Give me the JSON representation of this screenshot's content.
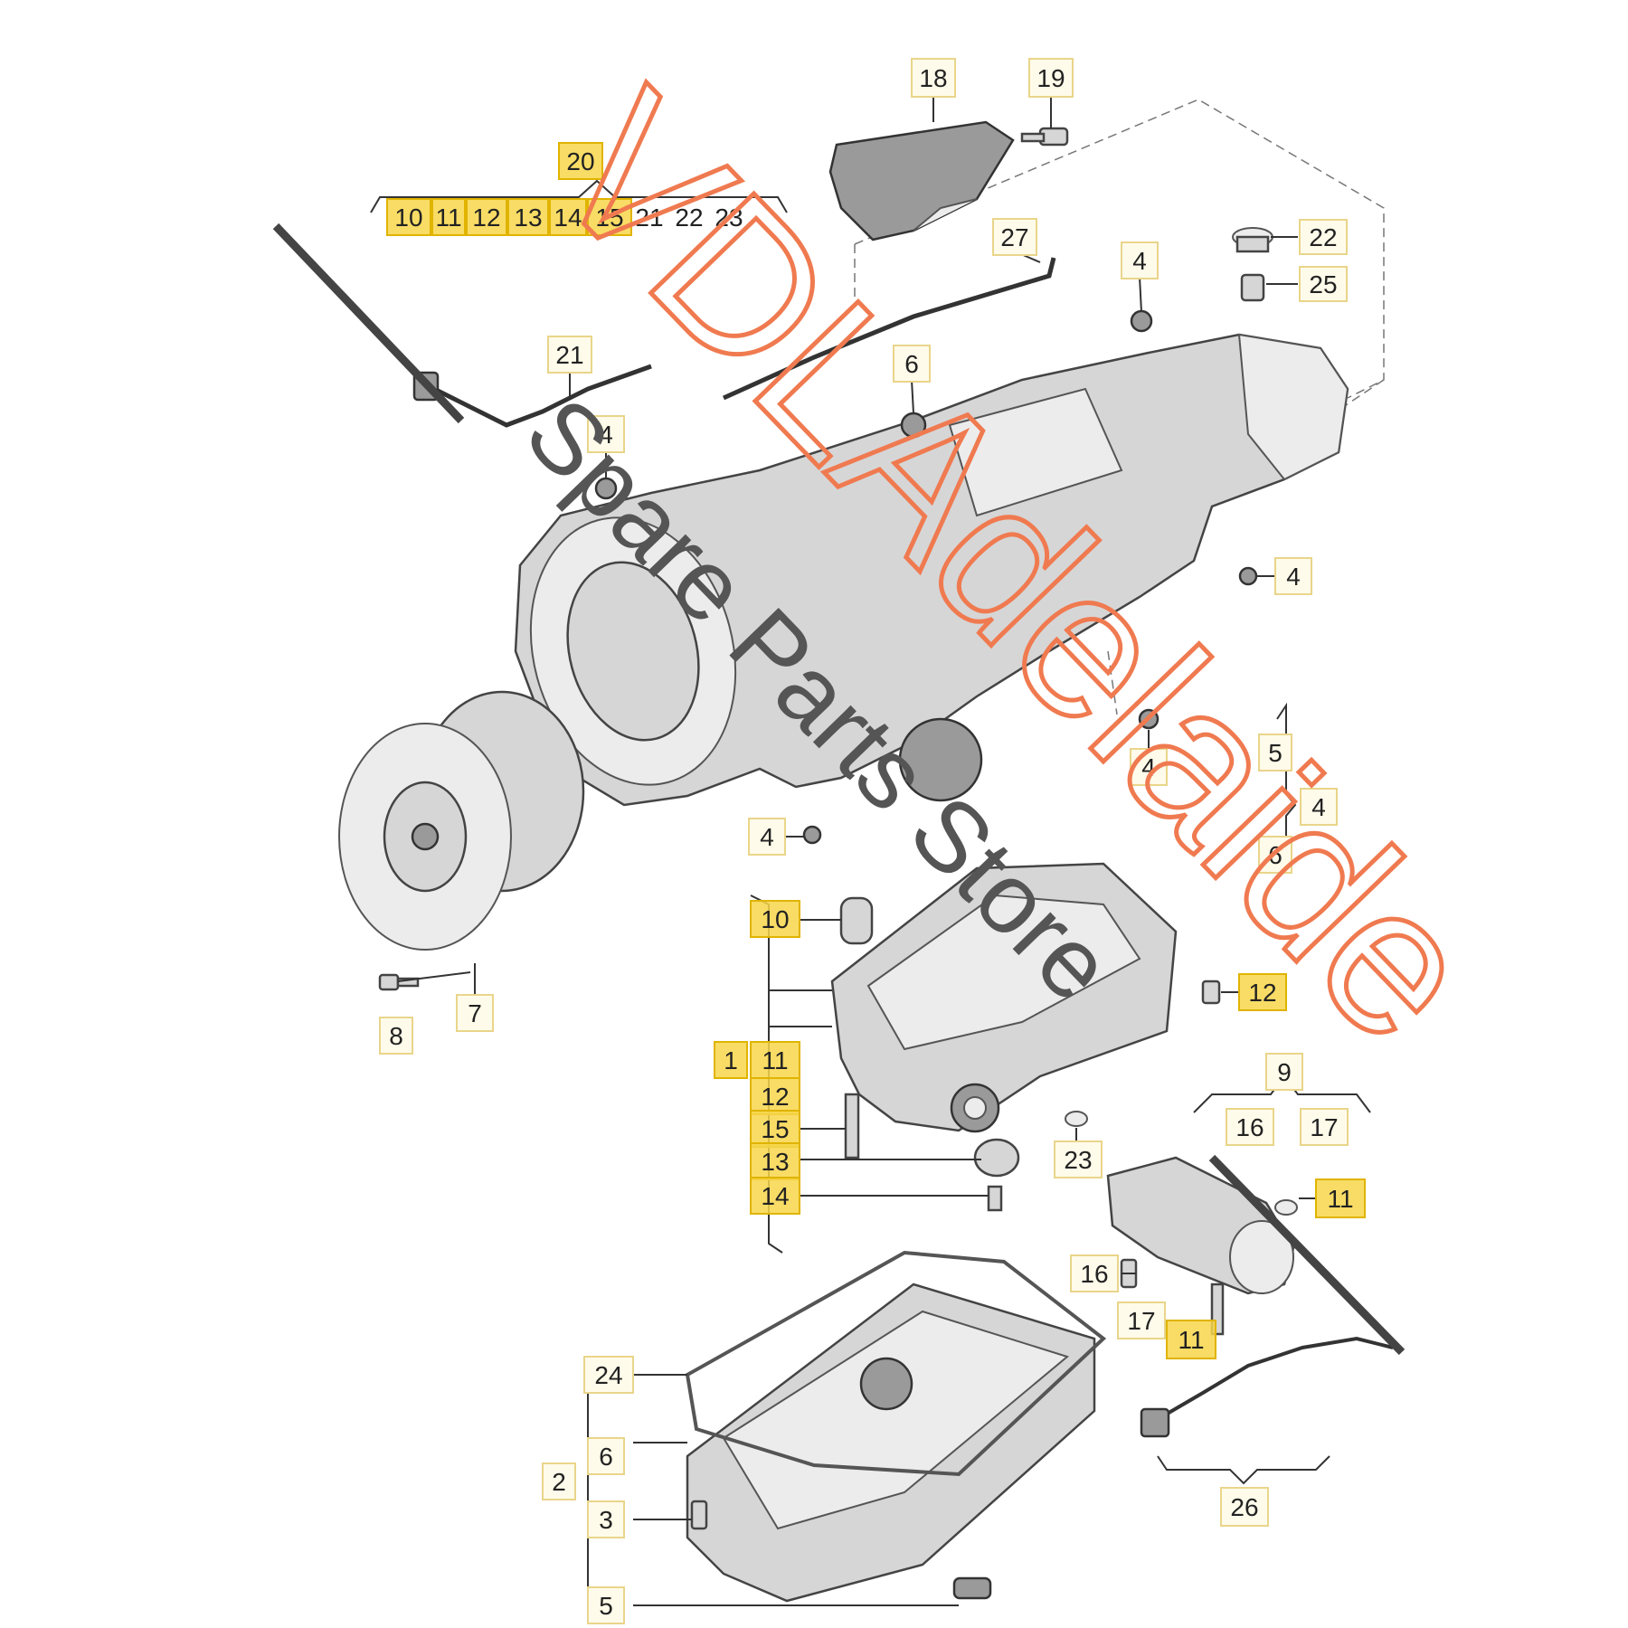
{
  "watermark": {
    "brand": "VDLAdelaide",
    "subtitle": "Spare Parts Store",
    "brand_color": "#f07a50"
  },
  "callouts": {
    "c18": "18",
    "c19": "19",
    "c20": "20",
    "group20": [
      "10",
      "11",
      "12",
      "13",
      "14",
      "15",
      "21",
      "22",
      "23"
    ],
    "c27": "27",
    "c4a": "4",
    "c22": "22",
    "c25": "25",
    "c21": "21",
    "c6a": "6",
    "c4b": "4",
    "c4c": "4",
    "c4d": "4",
    "c4e": "4",
    "c5a": "5",
    "c4f": "4",
    "c6b": "6",
    "c10": "10",
    "c12a": "12",
    "c7": "7",
    "c8": "8",
    "c1": "1",
    "c11a": "11",
    "c12b": "12",
    "c15": "15",
    "c13": "13",
    "c14": "14",
    "c9": "9",
    "c16a": "16",
    "c17a": "17",
    "c23": "23",
    "c11b": "11",
    "c16b": "16",
    "c17b": "17",
    "c11c": "11",
    "c24": "24",
    "c2": "2",
    "c6c": "6",
    "c3": "3",
    "c5b": "5",
    "c26": "26"
  },
  "highlight_color": "#f7d64a"
}
